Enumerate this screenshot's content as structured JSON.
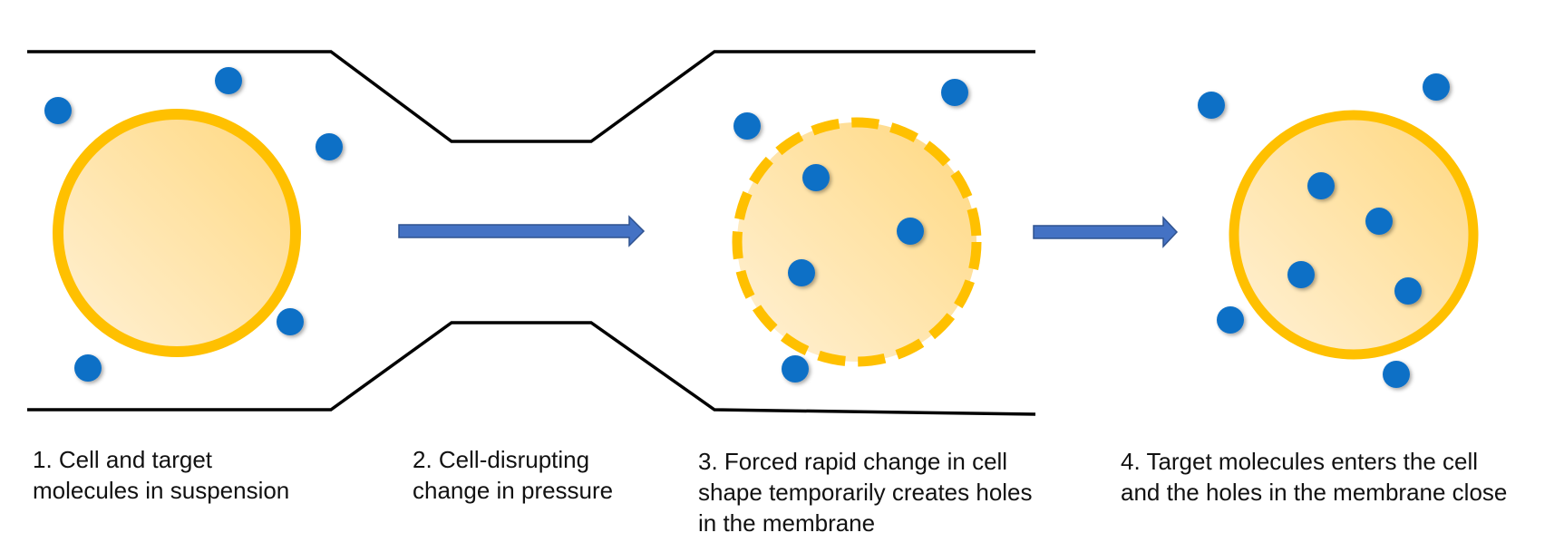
{
  "colors": {
    "channel": "#000000",
    "membrane": "#FFC000",
    "cell_fill_light": "#FFF1D6",
    "cell_fill_dark": "#FFD880",
    "molecule": "#0F6FC6",
    "arrow_fill": "#4472C4",
    "arrow_stroke": "#2F528F"
  },
  "icons": {
    "molecule": "blue-dot",
    "arrow": "right-arrow"
  },
  "steps": [
    {
      "number": "1.",
      "lines": [
        "1. Cell and target",
        "molecules in suspension"
      ]
    },
    {
      "number": "2.",
      "lines": [
        "2. Cell-disrupting",
        "change in pressure"
      ]
    },
    {
      "number": "3.",
      "lines": [
        "3. Forced rapid change in cell",
        "shape temporarily creates holes",
        "in the membrane"
      ]
    },
    {
      "number": "4.",
      "lines": [
        "4. Target molecules enters the cell",
        "and the holes in the membrane close"
      ]
    }
  ]
}
